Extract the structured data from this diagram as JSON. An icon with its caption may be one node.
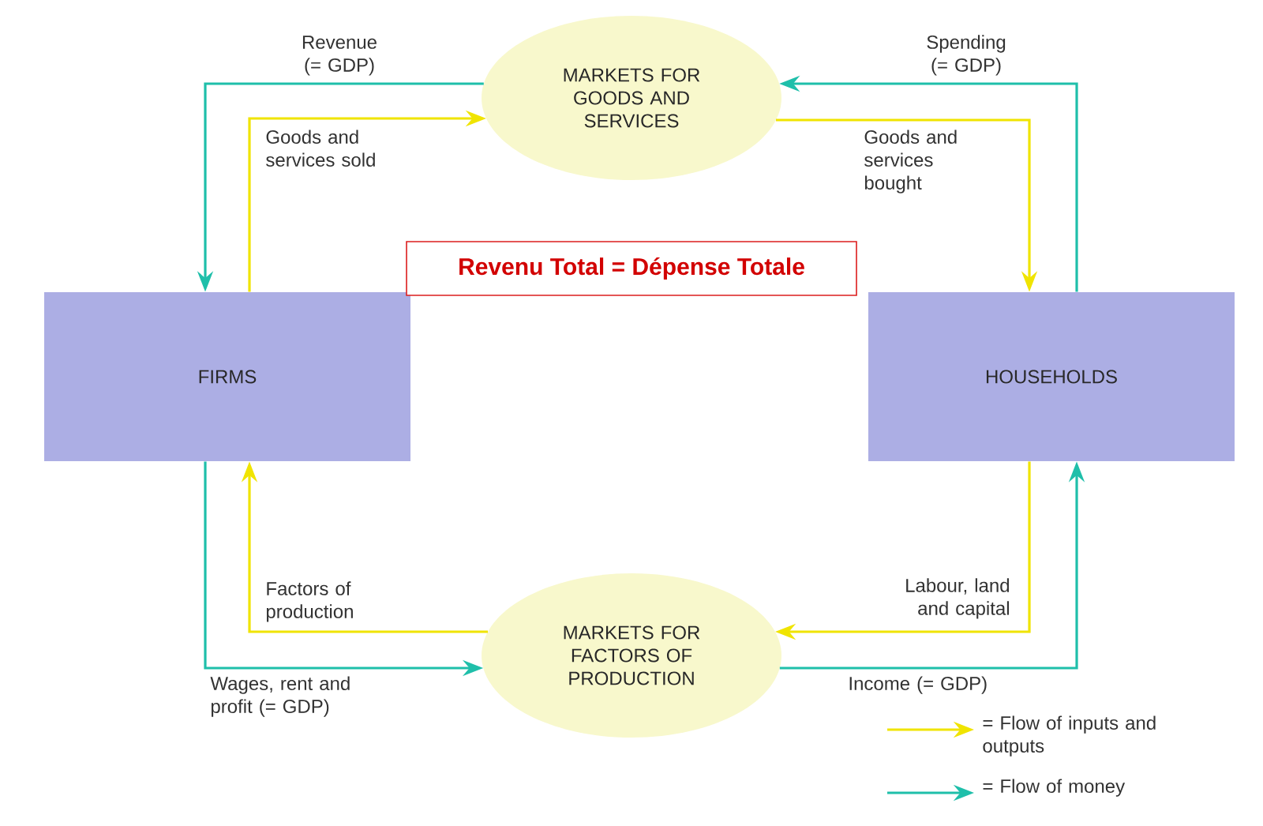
{
  "diagram": {
    "nodes": [
      {
        "text": [
          "MARKETS FOR GOODS AND SERVICES"
        ]
      },
      {
        "text": [
          "FIRMS"
        ]
      },
      {
        "text": [
          "HOUSEHOLDS"
        ]
      },
      {
        "text": [
          "MARKETS FOR FACTORS OF PRODUCTION"
        ]
      },
      {
        "text": [
          "Revenu Total = Dépense Totale"
        ]
      }
    ],
    "edges": [
      {
        "from": 0,
        "to": 1,
        "arrow": "to",
        "label": "Revenue (= GDP)",
        "color": "#1fbfaa"
      },
      {
        "from": 1,
        "to": 0,
        "arrow": "to",
        "label": "Goods and services sold",
        "color": "#f0e400"
      },
      {
        "from": 0,
        "to": 2,
        "arrow": "to",
        "label": "Goods and services bought",
        "color": "#f0e400"
      },
      {
        "from": 2,
        "to": 0,
        "arrow": "to",
        "label": "Spending (= GDP)",
        "color": "#1fbfaa"
      },
      {
        "from": 2,
        "to": 3,
        "arrow": "to",
        "label": "Labour, land and capital",
        "color": "#f0e400"
      },
      {
        "from": 3,
        "to": 2,
        "arrow": "to",
        "label": "Income (= GDP)",
        "color": "#1fbfaa"
      },
      {
        "from": 3,
        "to": 1,
        "arrow": "to",
        "label": "Factors of production",
        "color": "#f0e400"
      },
      {
        "from": 1,
        "to": 3,
        "arrow": "to",
        "label": "Wages, rent and profit (= GDP)",
        "color": "#1fbfaa"
      }
    ],
    "legend": [
      {
        "text": "= Flow of inputs and outputs"
      },
      {
        "text": "= Flow of money"
      }
    ]
  }
}
